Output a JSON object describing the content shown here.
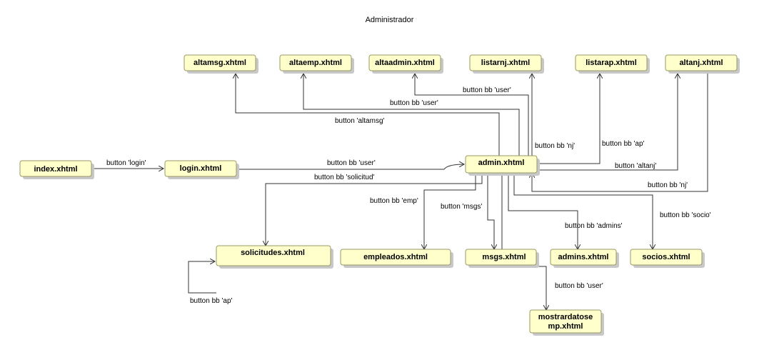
{
  "title": "Administrador",
  "colors": {
    "node_fill": "#ffffcc",
    "node_stroke": "#999966",
    "shadow": "#c8c8c8",
    "edge": "#333333"
  },
  "nodes": {
    "index": "index.xhtml",
    "login": "login.xhtml",
    "admin": "admin.xhtml",
    "altamsg": "altamsg.xhtml",
    "altaemp": "altaemp.xhtml",
    "altaadmin": "altaadmin.xhtml",
    "listarnj": "listarnj.xhtml",
    "listarap": "listarap.xhtml",
    "altanj": "altanj.xhtml",
    "solicitudes": "solicitudes.xhtml",
    "empleados": "empleados.xhtml",
    "msgs": "msgs.xhtml",
    "admins": "admins.xhtml",
    "socios": "socios.xhtml",
    "mostrardatosemp_line1": "mostrardatose",
    "mostrardatosemp_line2": "mp.xhtml"
  },
  "edges": {
    "index_login": "button 'login'",
    "login_admin": "button bb 'user'",
    "admin_solicitudes": "button bb 'solicitud'",
    "admin_altamsg": "button 'altamsg'",
    "admin_altaemp": "button bb 'user'",
    "admin_altaadmin": "button bb 'user'",
    "admin_listarnj": "button bb 'nj'",
    "admin_listarap": "button bb 'ap'",
    "admin_altanj": "button 'altanj'",
    "altanj_admin": "button bb 'nj'",
    "admin_empleados": "button bb 'emp'",
    "admin_msgs": "button 'msgs'",
    "admin_admins": "button bb 'admins'",
    "admin_socios": "button bb 'socio'",
    "admin_mostrardatosemp": "button bb 'user'",
    "solicitudes_self": "button bb 'ap'"
  }
}
